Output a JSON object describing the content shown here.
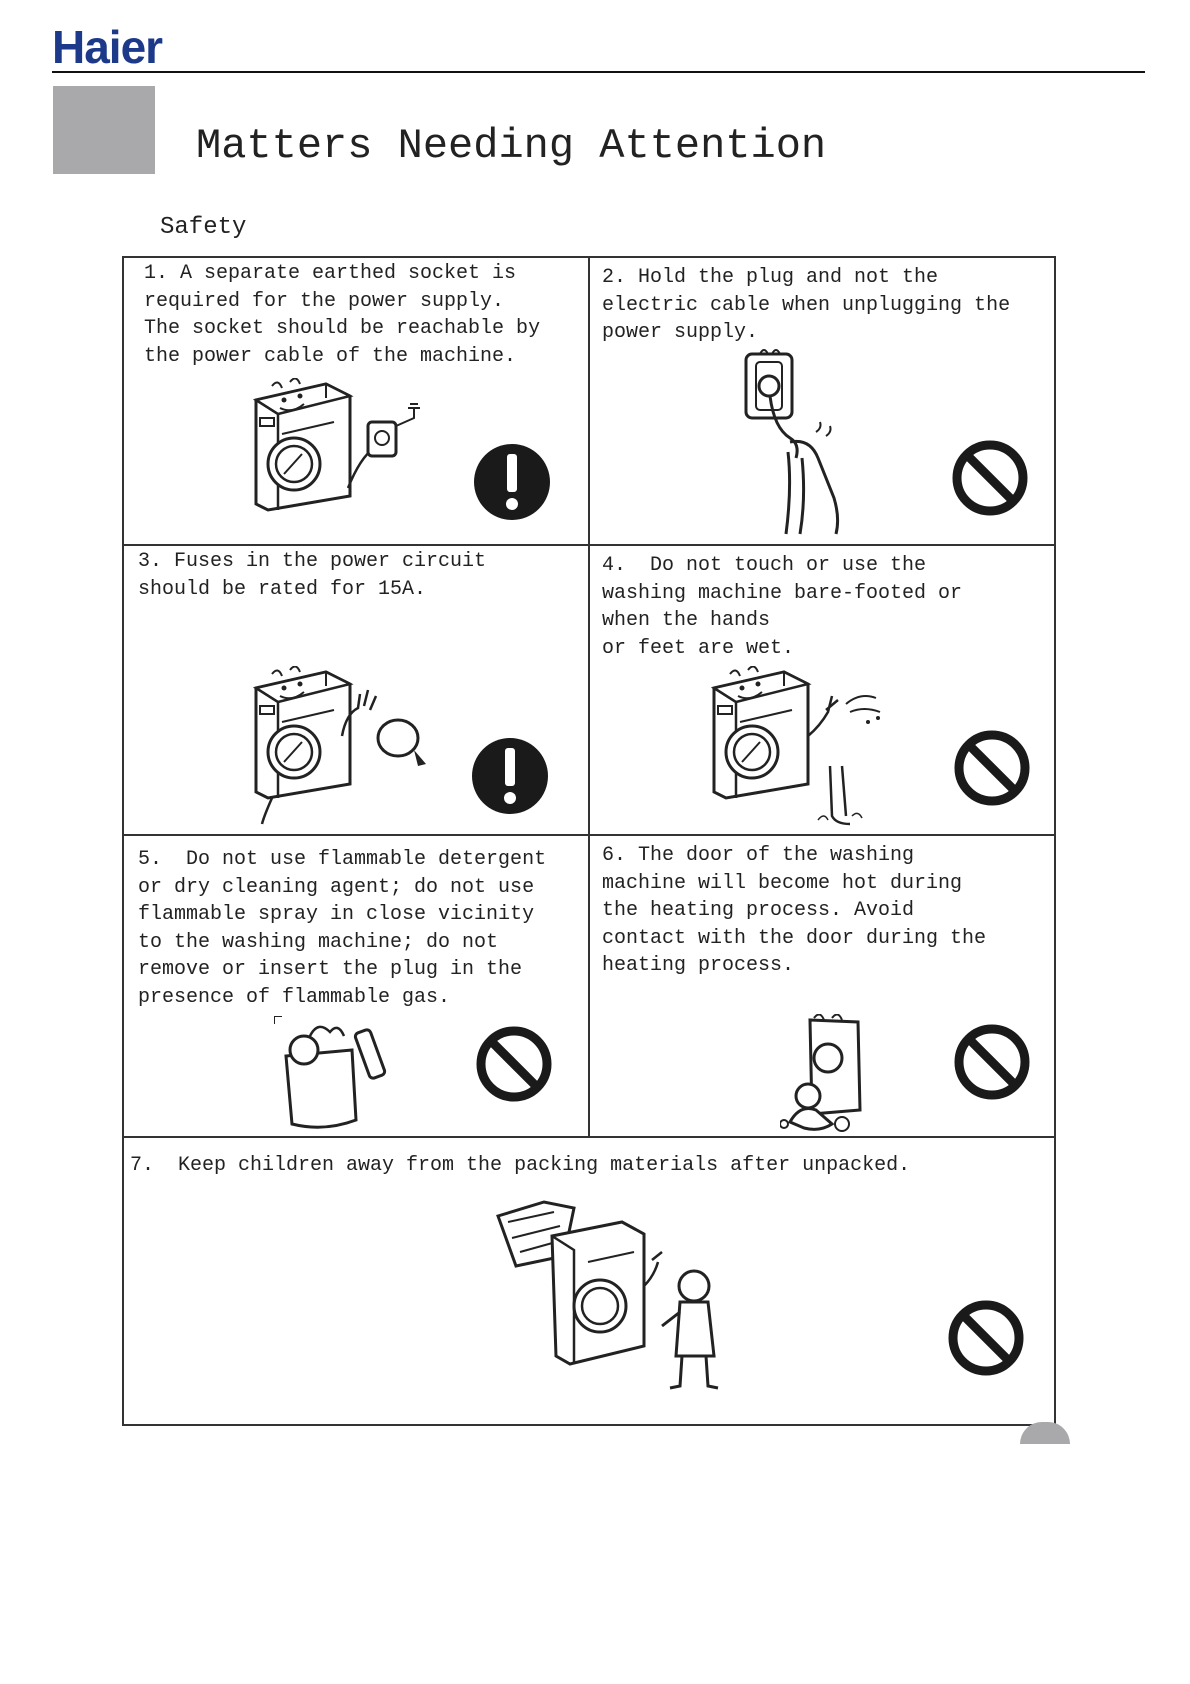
{
  "brand": {
    "name": "Haier",
    "color": "#1d3a8a"
  },
  "page_title": "Matters Needing Attention",
  "section": "Safety",
  "colors": {
    "border": "#333333",
    "gray_block": "#a9a9ab",
    "text": "#222222"
  },
  "items": [
    {
      "num": 1,
      "text": "1. A separate earthed socket is\nrequired for the power supply.\nThe socket should be reachable by\nthe power cable of the machine.",
      "sign": "exclamation-icon"
    },
    {
      "num": 2,
      "text": "2. Hold the plug and not the\nelectric cable when unplugging the\npower supply.",
      "sign": "prohibition-icon"
    },
    {
      "num": 3,
      "text": "3. Fuses in the power circuit\nshould be rated for 15A.",
      "sign": "exclamation-icon"
    },
    {
      "num": 4,
      "text": "4.  Do not touch or use the\nwashing machine bare-footed or\nwhen the hands\nor feet are wet.",
      "sign": "prohibition-icon"
    },
    {
      "num": 5,
      "text": "5.  Do not use flammable detergent\nor dry cleaning agent; do not use\nflammable spray in close vicinity\nto the washing machine; do not\nremove or insert the plug in the\npresence of flammable gas.",
      "sign": "prohibition-icon"
    },
    {
      "num": 6,
      "text": "6. The door of the washing\nmachine will become hot during\nthe heating process. Avoid\ncontact with the door during the\nheating process.",
      "sign": "prohibition-icon"
    },
    {
      "num": 7,
      "text": "7.  Keep children away from the packing materials after unpacked.",
      "sign": "prohibition-icon"
    }
  ]
}
